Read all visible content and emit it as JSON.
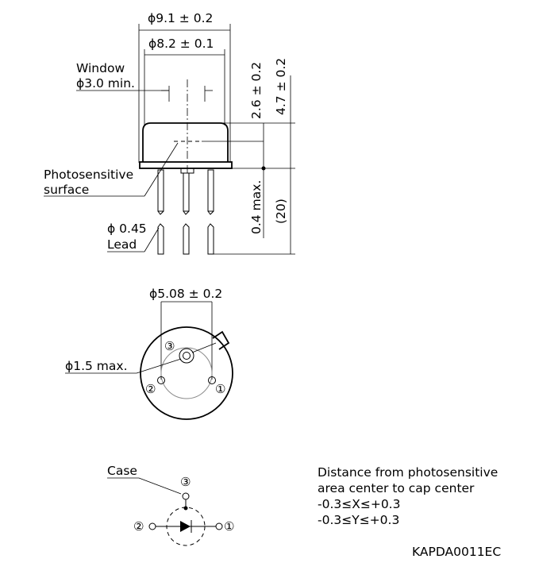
{
  "side_view": {
    "dia_outer": "ϕ9.1 ± 0.2",
    "dia_cap": "ϕ8.2 ± 0.1",
    "window_label": "Window",
    "window_dia": "ϕ3.0 min.",
    "height_window": "2.6 ± 0.2",
    "height_total": "4.7 ± 0.2",
    "photosensitive_line1": "Photosensitive",
    "photosensitive_line2": "surface",
    "base_gap": "0.4 max.",
    "lead_length": "(20)",
    "lead_dia": "ϕ 0.45",
    "lead_label": "Lead"
  },
  "bottom_view": {
    "pin_circle_dia": "ϕ5.08 ± 0.2",
    "center_dia": "ϕ1.5 max.",
    "pins": [
      "③",
      "②",
      "①"
    ]
  },
  "schematic": {
    "case_label": "Case",
    "pins": [
      "③",
      "②",
      "①"
    ]
  },
  "notes": {
    "line1": "Distance from photosensitive",
    "line2": "area center to cap center",
    "line3": "-0.3≤X≤+0.3",
    "line4": "-0.3≤Y≤+0.3"
  },
  "drawing_code": "KAPDA0011EC"
}
